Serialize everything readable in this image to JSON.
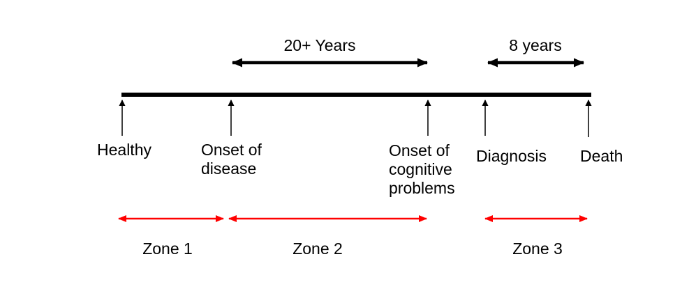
{
  "timeline": {
    "events": [
      {
        "label": "Healthy"
      },
      {
        "label": "Onset of disease"
      },
      {
        "label": "Onset of cognitive problems"
      },
      {
        "label": "Diagnosis"
      },
      {
        "label": "Death"
      }
    ],
    "durations": [
      {
        "label": "20+ Years",
        "from": "Onset of disease",
        "to": "Onset of cognitive problems"
      },
      {
        "label": "8 years",
        "from": "Diagnosis",
        "to": "Death"
      }
    ],
    "zones": [
      {
        "label": "Zone 1",
        "from": "Healthy",
        "to": "Onset of disease"
      },
      {
        "label": "Zone 2",
        "from": "Onset of disease",
        "to": "Onset of cognitive problems"
      },
      {
        "label": "Zone 3",
        "from": "Diagnosis",
        "to": "Death"
      }
    ],
    "colors": {
      "axis": "#000000",
      "zone_arrow": "#ff0000"
    }
  }
}
